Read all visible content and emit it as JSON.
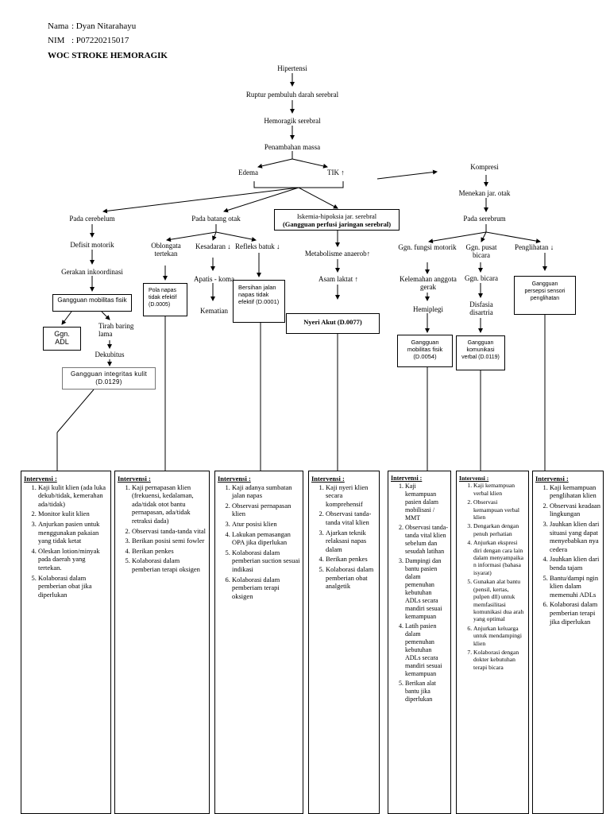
{
  "header": {
    "nama_label": "Nama",
    "nama_value": ": Dyan Nitarahayu",
    "nim_label": "NIM",
    "nim_value": ": P07220215017",
    "title": "WOC STROKE HEMORAGIK"
  },
  "flow": {
    "hipertensi": "Hipertensi",
    "ruptur": "Ruptur pembuluh darah serebral",
    "hemoragik": "Hemoragik serebral",
    "penambahan": "Penambahan massa",
    "edema": "Edema",
    "tik": "TIK ↑",
    "kompresi": "Kompresi",
    "menekan": "Menekan jar. otak",
    "pada_serebrum": "Pada serebrum",
    "pada_cerebelum": "Pada cerebelum",
    "defisit_motorik": "Defisit motorik",
    "gerakan_inkoordinasi": "Gerakan inkoordinasi",
    "gangguan_mobilitas_fisik": "Gangguan mobilitas fisik",
    "ggn_adl": "Ggn. ADL",
    "tirah_baring": "Tirah baring lama",
    "dekubitus": "Dekubitus",
    "gangguan_integritas_kulit": "Gangguan integritas kulit (D.0129)",
    "pada_batang_otak": "Pada batang otak",
    "oblongata": "Oblongata tertekan",
    "kesadaran": "Kesadaran ↓",
    "refleks_batuk": "Refleks batuk ↓",
    "pola_napas": "Pola napas tidak efektif (D.0005)",
    "apatis_koma": "Apatis - koma",
    "kematian": "Kematian",
    "bersihan_jalan_napas": "Bersihan jalan napas tidak efektif (D.0001)",
    "iskemia_line1": "Iskemia-hipoksia jar. serebral",
    "iskemia_line2": "(Gangguan perfusi jaringan serebral)",
    "metabolisme_anaerob": "Metabolisme anaerob↑",
    "asam_laktat": "Asam laktat ↑",
    "nyeri_akut": "Nyeri Akut (D.0077)",
    "ggn_fungsi_motorik": "Ggn. fungsi motorik",
    "ggn_pusat_bicara": "Ggn. pusat bicara",
    "penglihatan": "Penglihatan ↓",
    "kelemahan": "Kelemahan anggota gerak",
    "hemiplegi": "Hemiplegi",
    "gangguan_mobilitas_fisik_2": "Gangguan mobilitas fisik (D.0054)",
    "ggn_bicara": "Ggn. bicara",
    "disfasia": "Disfasia disartria",
    "gangguan_komunikasi": "Gangguan komunikasi verbal (D.0119)",
    "gangguan_persepsi": "Gangguan persepsi sensori penglihatan"
  },
  "interventions": [
    {
      "title": "Intervensi :",
      "items": [
        "Kaji kulit klien (ada luka dekub/tidak, kemerahan ada/tidak)",
        "Monitor kulit klien",
        "Anjurkan pasien untuk menggunakan pakaian yang tidak ketat",
        "Oleskan lotion/minyak pada daerah yang tertekan.",
        "Kolaborasi dalam pemberian obat jika diperlukan"
      ]
    },
    {
      "title": "Intervensi :",
      "items": [
        "Kaji pernapasan klien (frekuensi, kedalaman, ada/tidak otot bantu pernapasan, ada/tidak retraksi dada)",
        "Observasi tanda-tanda vital",
        "Berikan posisi semi fowler",
        "Berikan penkes",
        "Kolaborasi dalam pemberian terapi oksigen"
      ]
    },
    {
      "title": "Intervensi :",
      "items": [
        "Kaji adanya sumbatan jalan napas",
        "Observasi pernapasan klien",
        "Atur posisi klien",
        "Lakukan pemasangan OPA jika diperlukan",
        "Kolaborasi dalam pemberian suction sesuai indikasi",
        "Kolaborasi dalam pemberiam terapi oksigen"
      ]
    },
    {
      "title": "Intervensi :",
      "items": [
        "Kaji nyeri klien secara komprehensif",
        "Observasi tanda-tanda vital klien",
        "Ajarkan teknik relaksasi napas dalam",
        "Berikan penkes",
        "Kolaborasi dalam pemberian obat analgetik"
      ]
    },
    {
      "title": "Intervensi :",
      "items": [
        "Kaji kemampuan pasien dalam mobilisasi / MMT",
        "Observasi tanda-tanda vital klien sebelum dan sesudah latihan",
        "Dampingi dan bantu pasien dalam pemenuhan kebutuhan ADLs secara mandiri sesuai kemampuan",
        "Latih pasien dalam pemenuhan kebutuhan ADLs secara mandiri sesuai kemampuan",
        "Berikan alat bantu jika diperlukan"
      ]
    },
    {
      "title": "Intervensi :",
      "items": [
        "Kaji kemampuan verbal klien",
        "Observasi kemampuan verbal klien",
        "Dengarkan dengan penuh perhatian",
        "Anjurkan ekspresi diri dengan cara lain dalam menyampaika n informasi (bahasa isyarat)",
        "Gunakan alat bantu (pensil, kertas, pulpen dll) untuk memfasilitasi komunikasi dua arah yang optimal",
        "Anjurkan keluarga untuk mendampingi klien",
        "Kolaborasi dengan dokter kebutuhan terapi bicara"
      ]
    },
    {
      "title": "Intervensi :",
      "items": [
        "Kaji kemampuan penglihatan klien",
        "Observasi keadaan lingkungan",
        "Jauhkan klien dari situasi yang dapat menyebabkan nya cedera",
        "Jauhkan klien dari benda tajam",
        "Bantu/dampi ngin klien dalam memenuhi ADLs",
        "Kolaborasi dalam pemberian terapi jika diperlukan"
      ]
    }
  ]
}
